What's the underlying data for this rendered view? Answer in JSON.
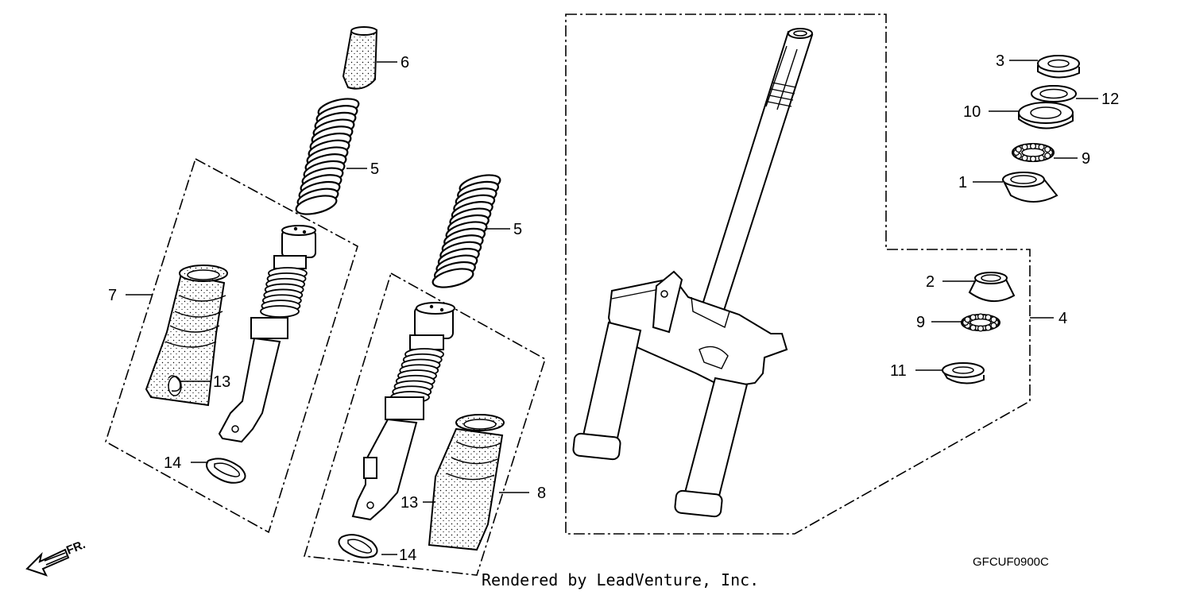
{
  "callouts": {
    "c1": "1",
    "c2": "2",
    "c3": "3",
    "c4": "4",
    "c5a": "5",
    "c5b": "5",
    "c6": "6",
    "c7": "7",
    "c8": "8",
    "c9a": "9",
    "c9b": "9",
    "c10": "10",
    "c11": "11",
    "c12": "12",
    "c13a": "13",
    "c13b": "13",
    "c14a": "14",
    "c14b": "14"
  },
  "diagram_code": "GFCUF0900C",
  "footer_credit": "Rendered by LeadVenture, Inc.",
  "direction_label": "FR.",
  "colors": {
    "line": "#000000",
    "background": "#ffffff"
  }
}
